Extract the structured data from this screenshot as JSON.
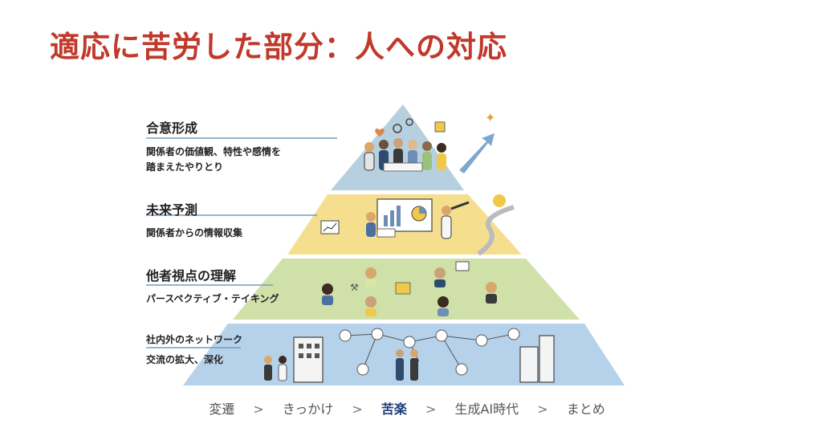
{
  "title": "適応に苦労した部分：人への対応",
  "pyramid": {
    "layers": [
      {
        "title": "合意形成",
        "desc": [
          "関係者の価値観、特性や感情を",
          "踏まえたやりとり"
        ]
      },
      {
        "title": "未来予測",
        "desc": [
          "関係者からの情報収集"
        ]
      },
      {
        "title": "他者視点の理解",
        "desc": [
          "パースペクティブ・テイキング"
        ]
      },
      {
        "title": "社内外のネットワーク",
        "desc": [
          "交流の拡大、深化"
        ]
      }
    ],
    "colors": {
      "top": "#b6d0e0",
      "second": "#f5df8f",
      "third": "#cfe0a9",
      "bottom": "#b5d2ea",
      "line": "#7a9bb8"
    }
  },
  "breadcrumb": {
    "items": [
      "変遷",
      "きっかけ",
      "苦楽",
      "生成AI時代",
      "まとめ"
    ],
    "active_index": 2,
    "separator": ">"
  }
}
